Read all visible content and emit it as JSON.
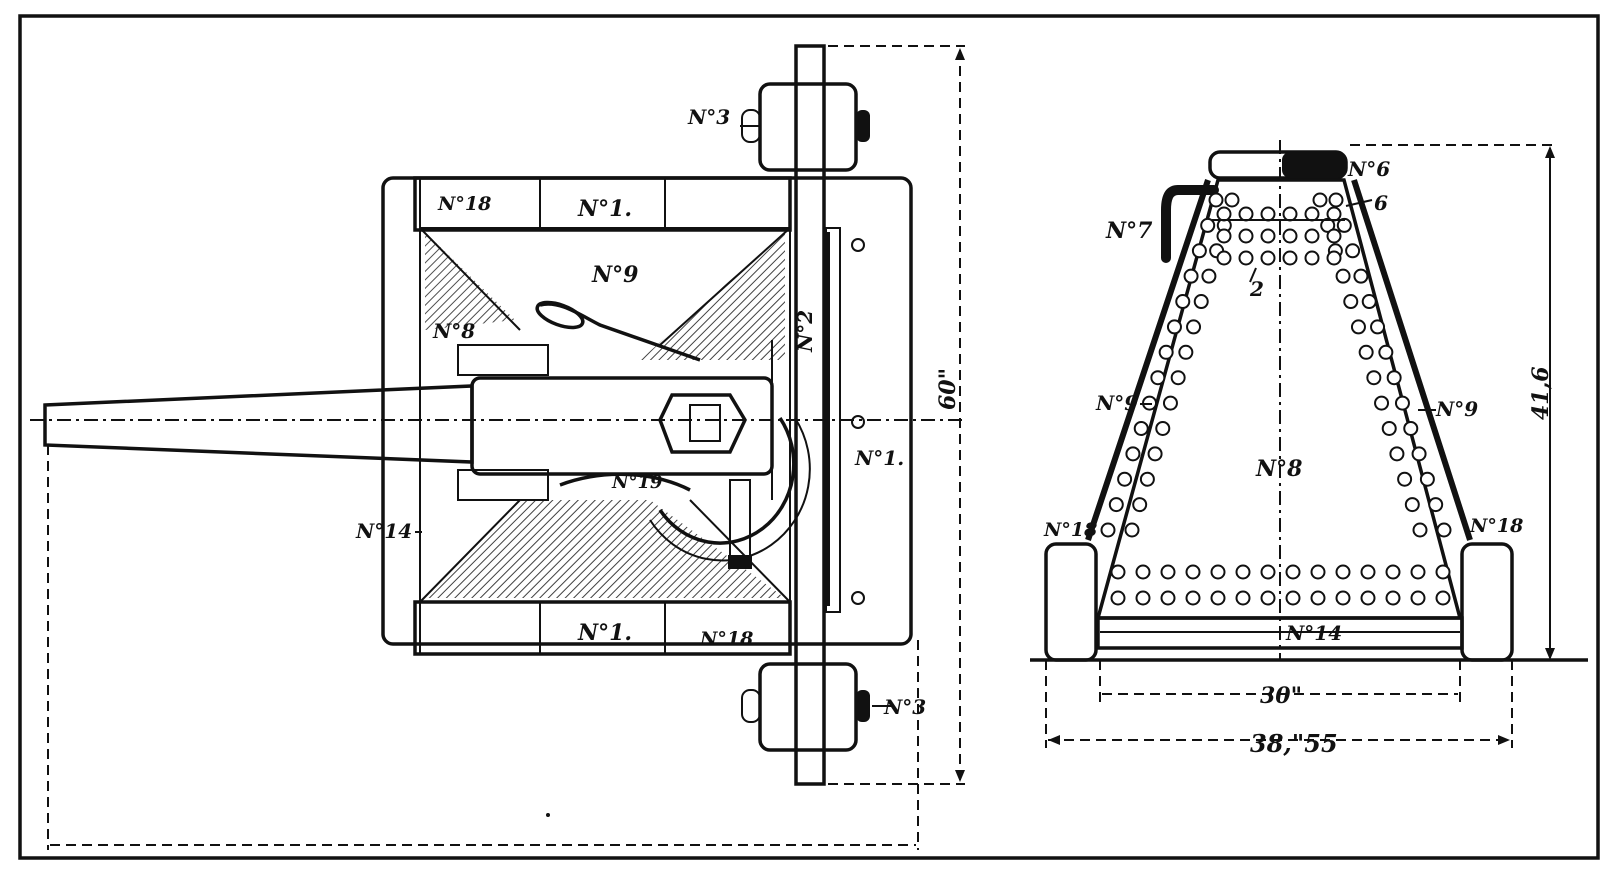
{
  "figure": {
    "plan_view": {
      "labels": {
        "no3_top": "N°3",
        "no18_top": "N°18",
        "no1_top": "N°1.",
        "no9": "N°9",
        "no8": "N°8",
        "no2": "N°2",
        "no19": "N°19",
        "no1_right": "N°1.",
        "no14": "N°14",
        "no1_bottom": "N°1.",
        "no18_bottom": "N°18",
        "no3_bottom": "N°3"
      },
      "dimensions": {
        "height": "60\""
      }
    },
    "end_view": {
      "labels": {
        "no6": "N°6",
        "six": "6",
        "no7": "N°7",
        "two": "2",
        "no9_left": "N°9",
        "no9_right": "N°9",
        "no8": "N°8",
        "no18_left": "N°18",
        "no18_right": "N°18",
        "no14": "N°14"
      },
      "dimensions": {
        "height": "41,6",
        "inner_width": "30\"",
        "outer_width": "38,\"55"
      }
    },
    "colors": {
      "ink": "#111111",
      "paper": "#ffffff"
    }
  }
}
